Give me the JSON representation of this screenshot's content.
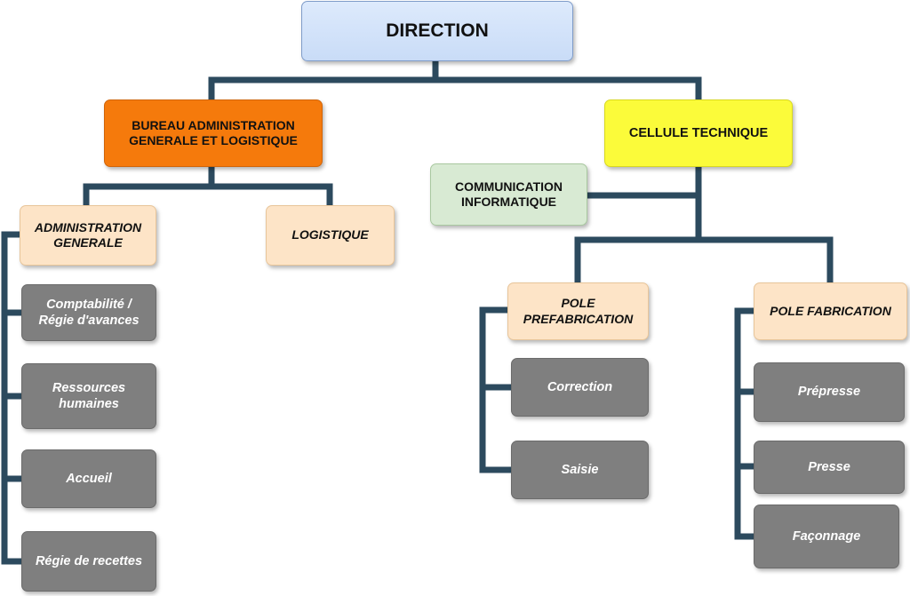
{
  "nodes": {
    "direction": "DIRECTION",
    "bureau": "BUREAU ADMINISTRATION GENERALE ET LOGISTIQUE",
    "cellule": "CELLULE TECHNIQUE",
    "communication": "COMMUNICATION INFORMATIQUE",
    "admin_generale": "ADMINISTRATION GENERALE",
    "logistique": "LOGISTIQUE",
    "pole_prefab": "POLE PREFABRICATION",
    "pole_fab": "POLE FABRICATION",
    "comptabilite": "Comptabilité / Régie d'avances",
    "ressources": "Ressources humaines",
    "accueil": "Accueil",
    "regie": "Régie de recettes",
    "correction": "Correction",
    "saisie": "Saisie",
    "prepresse": "Prépresse",
    "presse": "Presse",
    "faconnage": "Façonnage"
  },
  "colors": {
    "connector": "#2c4a5e",
    "root": "#d6e5fa",
    "orange": "#f57a0c",
    "yellow": "#fbfb3a",
    "green": "#d8ead3",
    "peach": "#fde4c7",
    "gray": "#7f7f7f"
  }
}
